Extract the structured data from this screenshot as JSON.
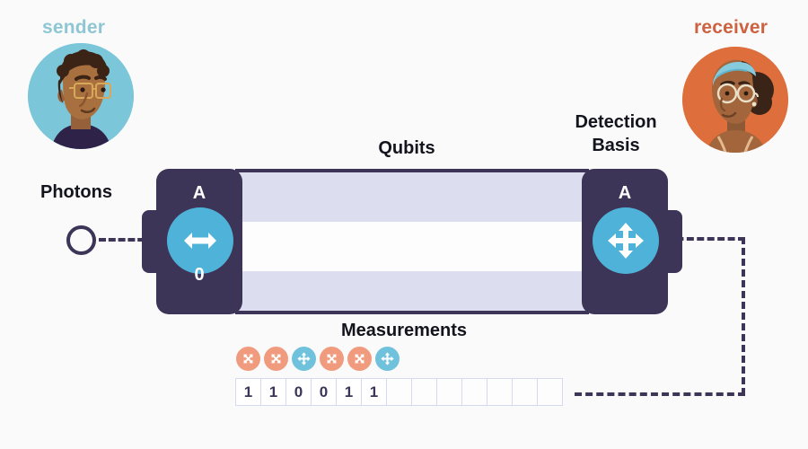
{
  "scene": {
    "background_color": "#fafafa",
    "title_text_color": "#14141e"
  },
  "sender": {
    "label": "sender",
    "label_color": "#8FC6D4",
    "avatar_bg": "#7CC6D9",
    "avatar_name": "sender-avatar"
  },
  "receiver": {
    "label": "receiver",
    "label_color": "#CC6240",
    "avatar_bg": "#DE6E3C",
    "avatar_name": "receiver-avatar"
  },
  "captions": {
    "photons": "Photons",
    "qubits": "Qubits",
    "measurements": "Measurements",
    "detection_basis_line1": "Detection",
    "detection_basis_line2": "Basis"
  },
  "apparatus": {
    "body_color": "#3C3557",
    "dial_color": "#4FB3D9",
    "channel_band_color": "#DCDEF0",
    "left_module": {
      "letter": "A",
      "digit": "0",
      "dial_icon": "horizontal-double-arrow-icon"
    },
    "right_module": {
      "letter": "A",
      "dial_icon": "four-way-arrow-icon"
    }
  },
  "photon_source": {
    "icon": "open-circle-photon-icon",
    "outline_color": "#3C3557"
  },
  "connectors": {
    "color": "#3C3557",
    "style": "dashed",
    "photon_to_module": "photon-input-link",
    "feedback_path": "detector-feedback-link"
  },
  "measurements": {
    "basis_icons": [
      {
        "shape": "diagonal-cross-arrow-icon",
        "color": "#F09B7E"
      },
      {
        "shape": "diagonal-cross-arrow-icon",
        "color": "#F09B7E"
      },
      {
        "shape": "four-way-arrow-icon",
        "color": "#6FC1DC"
      },
      {
        "shape": "diagonal-cross-arrow-icon",
        "color": "#F09B7E"
      },
      {
        "shape": "diagonal-cross-arrow-icon",
        "color": "#F09B7E"
      },
      {
        "shape": "four-way-arrow-icon",
        "color": "#6FC1DC"
      }
    ],
    "bits": [
      "1",
      "1",
      "0",
      "0",
      "1",
      "1",
      "",
      "",
      "",
      "",
      "",
      "",
      ""
    ],
    "bit_count": 13,
    "filled_bit_count": 6
  }
}
